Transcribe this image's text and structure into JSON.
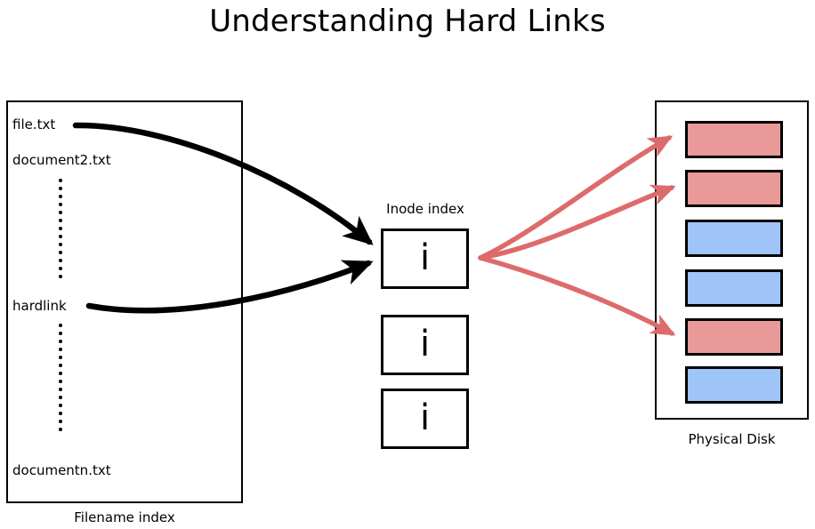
{
  "title": "Understanding Hard Links",
  "filename_index": {
    "caption": "Filename index",
    "entries": [
      "file.txt",
      "document2.txt",
      "hardlink",
      "documentn.txt"
    ],
    "ellipsis_dot_count_top": 13,
    "ellipsis_dot_count_bottom": 14
  },
  "inode_index": {
    "caption": "Inode index",
    "boxes": [
      {
        "glyph": "i"
      },
      {
        "glyph": "i"
      },
      {
        "glyph": "i"
      }
    ]
  },
  "physical_disk": {
    "caption": "Physical Disk",
    "blocks": [
      {
        "state": "used",
        "color": "#ea9999"
      },
      {
        "state": "used",
        "color": "#ea9999"
      },
      {
        "state": "free",
        "color": "#9fc5f8"
      },
      {
        "state": "free",
        "color": "#9fc5f8"
      },
      {
        "state": "used",
        "color": "#ea9999"
      },
      {
        "state": "free",
        "color": "#9fc5f8"
      }
    ]
  },
  "colors": {
    "used_block": "#ea9999",
    "free_block": "#9fc5f8",
    "link_arrow": "#000000",
    "data_arrow": "#dd6b6b",
    "outline": "#000000",
    "background": "#ffffff"
  },
  "arrows": {
    "name_to_inode": [
      {
        "from": "file.txt",
        "to": "inode-box-1"
      },
      {
        "from": "hardlink",
        "to": "inode-box-1"
      }
    ],
    "inode_to_blocks": [
      {
        "from": "inode-box-1",
        "to": "disk-block-1"
      },
      {
        "from": "inode-box-1",
        "to": "disk-block-2"
      },
      {
        "from": "inode-box-1",
        "to": "disk-block-5"
      }
    ]
  }
}
